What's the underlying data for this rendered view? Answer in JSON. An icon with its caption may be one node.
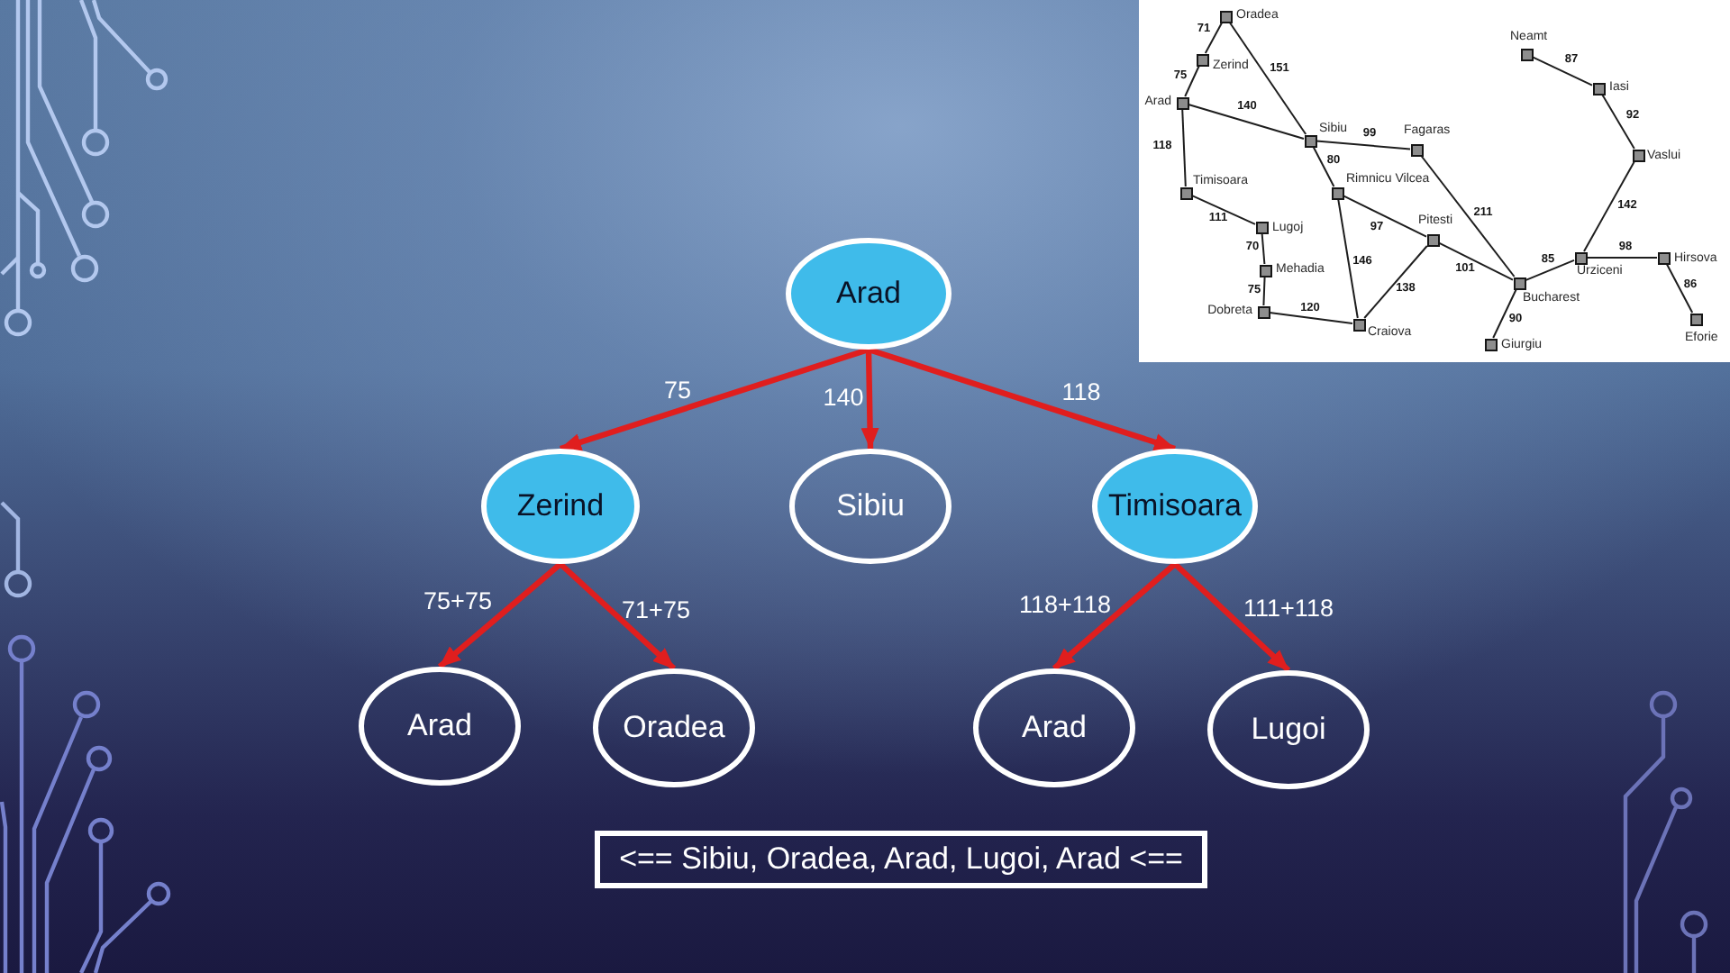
{
  "diagram": {
    "nodes": [
      {
        "text": [],
        "shape": "box"
      },
      {
        "text": [],
        "shape": "box",
        "in": 0,
        "beside": [
          "Oradea"
        ]
      },
      {
        "text": [],
        "shape": "box",
        "in": 0,
        "beside": [
          "Neamt"
        ]
      },
      {
        "text": [],
        "shape": "box",
        "in": 0,
        "beside": [
          "Zerind"
        ]
      },
      {
        "text": [],
        "shape": "box",
        "in": 0,
        "beside": [
          "Iasi"
        ]
      },
      {
        "text": [],
        "shape": "box",
        "in": 0,
        "beside": [
          "Arad"
        ]
      },
      {
        "text": [],
        "shape": "box",
        "in": 0,
        "beside": [
          "Sibiu"
        ]
      },
      {
        "text": [],
        "shape": "box",
        "in": 0,
        "beside": [
          "Fagaras"
        ]
      },
      {
        "text": [],
        "shape": "box",
        "in": 0,
        "beside": [
          "Vaslui"
        ]
      },
      {
        "text": [],
        "shape": "box",
        "in": 0,
        "beside": [
          "Timisoara"
        ]
      },
      {
        "text": [],
        "shape": "box",
        "in": 0,
        "beside": [
          "Rimnicu Vilcea"
        ]
      },
      {
        "text": [],
        "shape": "box",
        "in": 0,
        "beside": [
          "Lugoj"
        ]
      },
      {
        "text": [],
        "shape": "box",
        "in": 0,
        "beside": [
          "Pitesti"
        ]
      },
      {
        "text": [],
        "shape": "box",
        "in": 0,
        "beside": [
          "Urziceni"
        ]
      },
      {
        "text": [],
        "shape": "box",
        "in": 0,
        "beside": [
          "Hirsova"
        ]
      },
      {
        "text": [],
        "shape": "box",
        "in": 0,
        "beside": [
          "Mehadia"
        ]
      },
      {
        "text": [],
        "shape": "box",
        "in": 0,
        "beside": [
          "Bucharest"
        ]
      },
      {
        "text": [],
        "shape": "box",
        "in": 0,
        "beside": [
          "Dobreta"
        ]
      },
      {
        "text": [],
        "shape": "box",
        "in": 0,
        "beside": [
          "Eforie"
        ]
      },
      {
        "text": [],
        "shape": "box",
        "in": 0,
        "beside": [
          "Craiova"
        ]
      },
      {
        "text": [],
        "shape": "box",
        "in": 0,
        "beside": [
          "Giurgiu"
        ]
      },
      {
        "text": [
          "Arad"
        ]
      },
      {
        "text": [
          "Zerind"
        ]
      },
      {
        "text": [
          "Sibiu"
        ]
      },
      {
        "text": [
          "Timisoara"
        ]
      },
      {
        "text": [
          "Arad"
        ]
      },
      {
        "text": [
          "Oradea"
        ]
      },
      {
        "text": [
          "Arad"
        ]
      },
      {
        "text": [
          "Lugoi"
        ]
      },
      {
        "text": [
          "<== Sibiu, Oradea, Arad, Lugoi, Arad <=="
        ]
      }
    ],
    "edges": [
      {
        "from": 1,
        "to": 3,
        "label": "71",
        "arrow": "none"
      },
      {
        "from": 3,
        "to": 5,
        "label": "75",
        "arrow": "none"
      },
      {
        "from": 1,
        "to": 6,
        "label": "151",
        "arrow": "none"
      },
      {
        "from": 5,
        "to": 6,
        "label": "140",
        "arrow": "none"
      },
      {
        "from": 5,
        "to": 9,
        "label": "118",
        "arrow": "none"
      },
      {
        "from": 9,
        "to": 11,
        "label": "111",
        "arrow": "none"
      },
      {
        "from": 11,
        "to": 15,
        "label": "70",
        "arrow": "none"
      },
      {
        "from": 15,
        "to": 17,
        "label": "75",
        "arrow": "none"
      },
      {
        "from": 17,
        "to": 19,
        "label": "120",
        "arrow": "none"
      },
      {
        "from": 6,
        "to": 7,
        "label": "99",
        "arrow": "none"
      },
      {
        "from": 6,
        "to": 10,
        "label": "80",
        "arrow": "none"
      },
      {
        "from": 10,
        "to": 12,
        "label": "97",
        "arrow": "none"
      },
      {
        "from": 10,
        "to": 19,
        "label": "146",
        "arrow": "none"
      },
      {
        "from": 12,
        "to": 19,
        "label": "138",
        "arrow": "none"
      },
      {
        "from": 7,
        "to": 16,
        "label": "211",
        "arrow": "none"
      },
      {
        "from": 12,
        "to": 16,
        "label": "101",
        "arrow": "none"
      },
      {
        "from": 16,
        "to": 20,
        "label": "90",
        "arrow": "none"
      },
      {
        "from": 16,
        "to": 13,
        "label": "85",
        "arrow": "none"
      },
      {
        "from": 13,
        "to": 14,
        "label": "98",
        "arrow": "none"
      },
      {
        "from": 14,
        "to": 18,
        "label": "86",
        "arrow": "none"
      },
      {
        "from": 13,
        "to": 8,
        "label": "142",
        "arrow": "none"
      },
      {
        "from": 8,
        "to": 4,
        "label": "92",
        "arrow": "none"
      },
      {
        "from": 4,
        "to": 2,
        "label": "87",
        "arrow": "none"
      },
      {
        "from": 21,
        "to": 22,
        "label": "75",
        "arrow": "to",
        "style": "thick",
        "color": "#e01e1e"
      },
      {
        "from": 21,
        "to": 23,
        "label": "140",
        "arrow": "to",
        "style": "thick",
        "color": "#e01e1e"
      },
      {
        "from": 21,
        "to": 24,
        "label": "118",
        "arrow": "to",
        "style": "thick",
        "color": "#e01e1e"
      },
      {
        "from": 22,
        "to": 25,
        "label": "75+75",
        "arrow": "to",
        "style": "thick",
        "color": "#e01e1e"
      },
      {
        "from": 22,
        "to": 26,
        "label": "71+75",
        "arrow": "to",
        "style": "thick",
        "color": "#e01e1e"
      },
      {
        "from": 24,
        "to": 27,
        "label": "118+118",
        "arrow": "to",
        "style": "thick",
        "color": "#e01e1e"
      },
      {
        "from": 24,
        "to": 28,
        "label": "111+118",
        "arrow": "to",
        "style": "thick",
        "color": "#e01e1e"
      }
    ]
  }
}
